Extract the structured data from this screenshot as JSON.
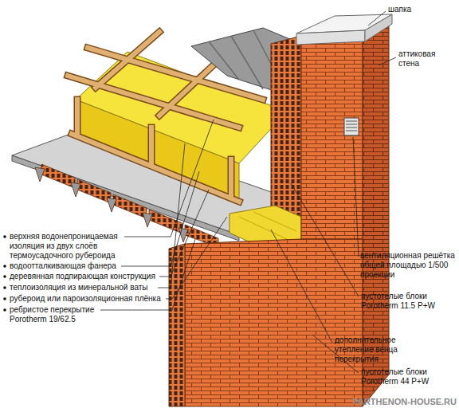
{
  "diagram": {
    "labels": [
      "шапка",
      "аттиковая стена",
      "верхняя водонепроницаемая изоляция из двух слоёв термоусадочного рубероида",
      "водоотталкивающая фанера",
      "деревянная подпирающая конструкция",
      "теплоизоляция из минеральной ваты",
      "рубероид или пароизоляционная плёнка",
      "ребристое перекрытие Porotherm 19/62.5",
      "вентиляционная решётка общей площадью 1/500 проекции",
      "пустотелые блоки Porotherm 11.5 P+W",
      "дополнительное утепление венца перекрытия",
      "пустотелые блоки Porotherm 44 P+W",
      "PARTHENON-HOUSE.RU"
    ]
  }
}
